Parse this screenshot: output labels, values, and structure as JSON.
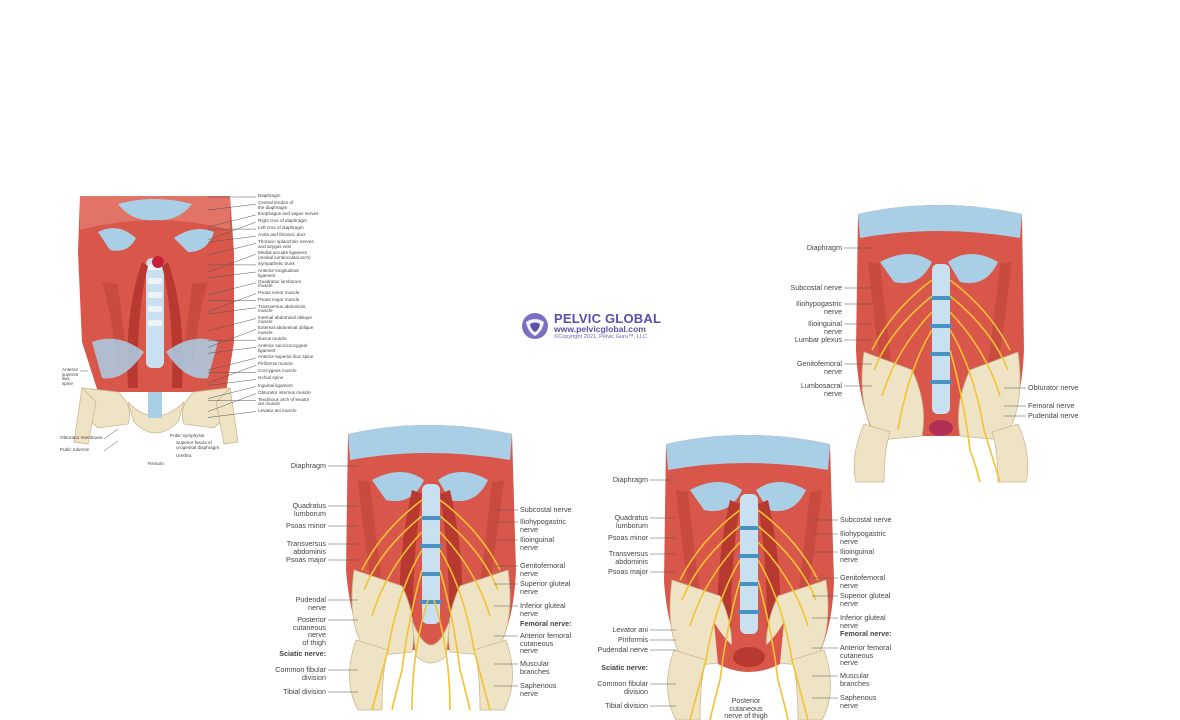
{
  "panel_a": {
    "right_labels": [
      "Diaphragm",
      "Central tendon of\nthe diaphragm",
      "Esophagus and vagus nerves",
      "Right crus of diaphragm",
      "Left crus of diaphragm",
      "Aorta and thoracic duct",
      "Thoracic splanchnic nerves\nand azygos vein",
      "Medial arcuate ligament\n(medial lumbocostal arch)",
      "Sympathetic trunk",
      "Anterior longitudinal\nligament",
      "Quadratus lumborum\nmuscle",
      "Psoas minor muscle",
      "Psoas major muscle",
      "Transversus abdominis\nmuscle",
      "Internal abdominal oblique\nmuscle",
      "External abdominal oblique\nmuscle",
      "Iliacus muscle",
      "Anterior sacrococcygeal\nligament",
      "Anterior superior iliac spine",
      "Piriformis muscle",
      "Coccygeus muscle",
      "Ischial spine",
      "Inguinal ligament",
      "Obturator internus muscle",
      "Tendinous arch of levator\nani muscle",
      "Levator ani muscle"
    ],
    "left_labels": [
      "Anterior\nsuperior\niliac\nspine",
      "Obturator membrane",
      "Pubic tubercle"
    ],
    "bottom_labels": [
      "Pubic symphysis",
      "Superior fascia of\nurogenital diaphragm",
      "Urethra",
      "Rectum"
    ]
  },
  "panel_b": {
    "left_labels": [
      "Diaphragm",
      "Quadratus\nlumborum",
      "Psoas minor",
      "Transversus\nabdominis",
      "Psoas major",
      "Pudendal\nnerve",
      "Posterior\ncutaneous\nnerve\nof thigh",
      "Sciatic nerve:",
      "Common fibular\ndivision",
      "Tibial division"
    ],
    "right_labels": [
      "Subcostal nerve",
      "Iliohypogastric\nnerve",
      "Ilioinguinal\nnerve",
      "Genitofemoral\nnerve",
      "Superior gluteal\nnerve",
      "Inferior gluteal\nnerve",
      "Femoral nerve:",
      "Anterior femoral\ncutaneous\nnerve",
      "Muscular\nbranches",
      "Saphenous\nnerve"
    ]
  },
  "panel_c": {
    "left_labels": [
      "Diaphragm",
      "Quadratus\nlumborum",
      "Psoas minor",
      "Transversus\nabdominis",
      "Psoas major",
      "Levator ani",
      "Piriformis",
      "Pudendal nerve",
      "Sciatic nerve:",
      "Common fibular\ndivision",
      "Tibial division"
    ],
    "bottom_label": "Posterior\ncutaneous\nnerve of thigh",
    "right_labels": [
      "Subcostal nerve",
      "Iliohypogastric\nnerve",
      "Ilioinguinal\nnerve",
      "Genitofemoral\nnerve",
      "Superior gluteal\nnerve",
      "Inferior gluteal\nnerve",
      "Femoral nerve:",
      "Anterior femoral\ncutaneous\nnerve",
      "Muscular\nbranches",
      "Saphenous\nnerve"
    ]
  },
  "panel_d": {
    "left_labels": [
      "Diaphragm",
      "Subcostal nerve",
      "Iliohypogastric\nnerve",
      "Ilioinguinal\nnerve",
      "Lumbar plexus",
      "Genitofemoral\nnerve",
      "Lumbosacral\nnerve"
    ],
    "right_labels": [
      "Obturator nerve",
      "Femoral nerve",
      "Pudendal nerve"
    ]
  },
  "watermark": {
    "brand": "PELVIC GLOBAL",
    "url": "www.pelvicglobal.com",
    "copyright": "©Copyright 2021, Pelvic Guru™, LLC"
  },
  "colors": {
    "muscle": "#d9574a",
    "muscle_dark": "#b8392f",
    "tendon": "#a9cfe6",
    "nerve": "#f2c230",
    "bone": "#efe3c5",
    "brand": "#5a4fa6"
  }
}
